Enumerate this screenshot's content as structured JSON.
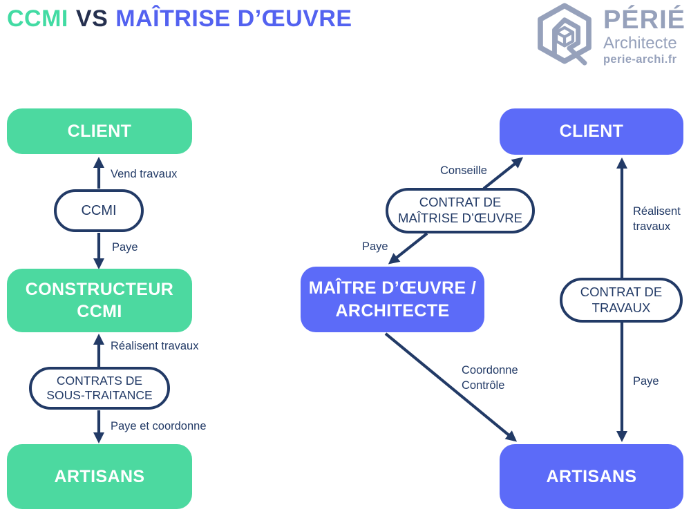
{
  "header": {
    "title": {
      "part1": "CCMI",
      "part2": "VS",
      "part3": "MAÎTRISE D’ŒUVRE"
    },
    "logo": {
      "icon": "perie-hexagon-cube-logo",
      "name": "PÉRIÉ",
      "subtitle": "Architecte",
      "website": "perie-archi.fr"
    }
  },
  "colors": {
    "green": "#4CD9A0",
    "blue": "#5C6BF8",
    "navy": "#223A66",
    "title_green": "#42DBA3",
    "title_navy": "#25304F",
    "title_blue": "#5362F0",
    "logo_gray": "#96A1BB"
  },
  "ccmi_flow": {
    "nodes": {
      "client": "CLIENT",
      "contract_ccmi": "CCMI",
      "constructeur": "CONSTRUCTEUR\nCCMI",
      "contrats_sous_traitance": "CONTRATS DE\nSOUS-TRAITANCE",
      "artisans": "ARTISANS"
    },
    "edge_labels": {
      "vend_travaux": "Vend travaux",
      "paye": "Paye",
      "realisent_travaux": "Réalisent travaux",
      "paye_et_coordonne": "Paye et coordonne"
    }
  },
  "moe_flow": {
    "nodes": {
      "client": "CLIENT",
      "contrat_moe": "CONTRAT DE\nMAÎTRISE D’ŒUVRE",
      "maitre_oeuvre": "MAÎTRE D’ŒUVRE /\nARCHITECTE",
      "contrat_travaux": "CONTRAT DE\nTRAVAUX",
      "artisans": "ARTISANS"
    },
    "edge_labels": {
      "conseille": "Conseille",
      "paye_moe": "Paye",
      "realisent_travaux": "Réalisent\ntravaux",
      "coordonne_controle": "Coordonne\nContrôle",
      "paye_artisans": "Paye"
    }
  }
}
